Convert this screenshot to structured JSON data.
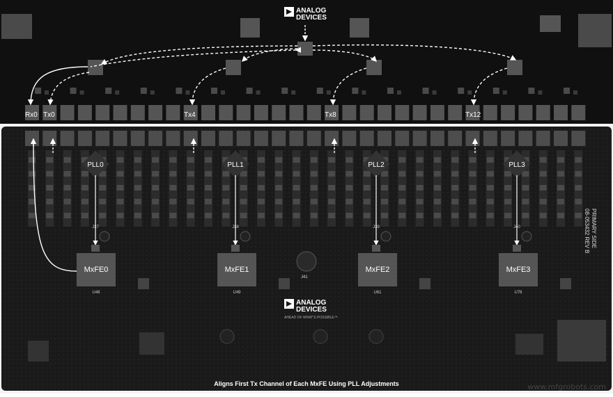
{
  "logos": {
    "top": {
      "line1": "ANALOG",
      "line2": "DEVICES"
    },
    "bottom": {
      "line1": "ANALOG",
      "line2": "DEVICES",
      "tagline": "AHEAD OF WHAT'S POSSIBLE™"
    }
  },
  "channel_labels": {
    "rx0": "Rx0",
    "tx0": "Tx0",
    "tx4": "Tx4",
    "tx8": "Tx8",
    "tx12": "Tx12"
  },
  "plls": [
    "PLL0",
    "PLL1",
    "PLL2",
    "PLL3"
  ],
  "mxfes": [
    "MxFE0",
    "MxFE1",
    "MxFE2",
    "MxFE3"
  ],
  "designators": [
    "U48",
    "U49",
    "U61",
    "U76"
  ],
  "j_labels": [
    "J37",
    "J38",
    "J39",
    "J40"
  ],
  "center_label": "J41",
  "side_label": {
    "line1": "PRIMARY SIDE",
    "line2": "08-053432 REV B"
  },
  "caption": "Aligns First Tx Channel of Each MxFE Using PLL Adjustments",
  "watermark": "www.mfgrobots.com",
  "colors": {
    "board": "#1a1a1a",
    "chip": "#555555",
    "arrow": "#ffffff"
  }
}
